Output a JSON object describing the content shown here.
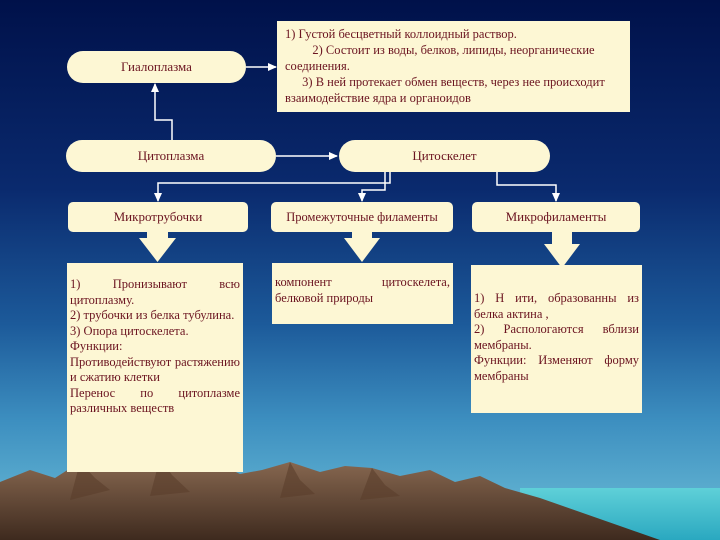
{
  "nodes": {
    "hyaloplasm": "Гиалоплазма",
    "cytoplasm": "Цитоплазма",
    "cytoskeleton": "Цитоскелет",
    "microtubules": "Микротрубочки",
    "intermediate": "Промежуточные филаменты",
    "microfilaments": "Микрофиламенты"
  },
  "notes": {
    "hyaloplasm": [
      "1) Густой бесцветный коллоидный раствор.",
      "2) Состоит из воды, белков, липиды, неорганические соединения.",
      "3) В ней протекает обмен веществ, через нее происходит взаимодействие ядра и органоидов"
    ],
    "microtubules": [
      "1) Пронизывают всю цитоплазму.",
      "2) трубочки из белка тубулина.",
      "3) Опора цитоскелета.",
      "Функции:",
      "Противодействуют растяжению и сжатию клетки",
      "Перенос по цитоплазме различных веществ"
    ],
    "intermediate": [
      "компонент цитоскелета, белковой природы"
    ],
    "microfilaments": [
      "1) Н ити, образованны из белка актина ,",
      "2) Распологаются вблизи мембраны.",
      "Функции: Изменяют форму мембраны"
    ]
  },
  "colors": {
    "box_fill": "#fdf7d4",
    "text": "#6b1420",
    "connector": "#ffffff"
  }
}
